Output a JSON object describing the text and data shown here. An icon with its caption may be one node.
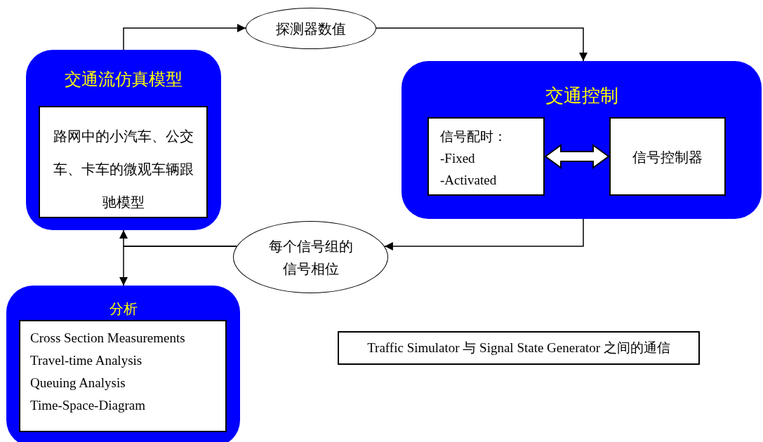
{
  "diagram": {
    "nodes": [
      {
        "text": [
          "交通流仿真模型"
        ]
      },
      {
        "text": [
          "路网中的小汽车、公交车、卡车的微观车辆跟驰模型"
        ],
        "in": 0
      },
      {
        "text": [
          "探测器数值"
        ]
      },
      {
        "text": [
          "交通控制"
        ]
      },
      {
        "text": [
          "信号配时：",
          "-Fixed",
          "-Activated"
        ],
        "in": 3
      },
      {
        "text": [
          "信号控制器"
        ],
        "in": 3
      },
      {
        "text": [
          "每个信号组的信号相位"
        ]
      },
      {
        "text": [
          "分析"
        ]
      },
      {
        "text": [
          "Cross Section Measurements",
          "Travel-time Analysis",
          "Queuing Analysis",
          "Time-Space-Diagram"
        ],
        "in": 7
      },
      {
        "text": [
          "Traffic Simulator 与 Signal State Generator 之间的通信"
        ]
      }
    ],
    "edges": [
      {
        "from": 0,
        "to": 2,
        "arrow": "to"
      },
      {
        "from": 2,
        "to": 3,
        "arrow": "to"
      },
      {
        "from": 3,
        "to": 6,
        "arrow": "to"
      },
      {
        "from": 6,
        "to": 0,
        "arrow": "to"
      },
      {
        "from": 6,
        "to": 7,
        "arrow": "to"
      },
      {
        "from": 4,
        "to": 5,
        "arrow": "both",
        "style": "thick",
        "color": "#ffffff"
      }
    ]
  }
}
